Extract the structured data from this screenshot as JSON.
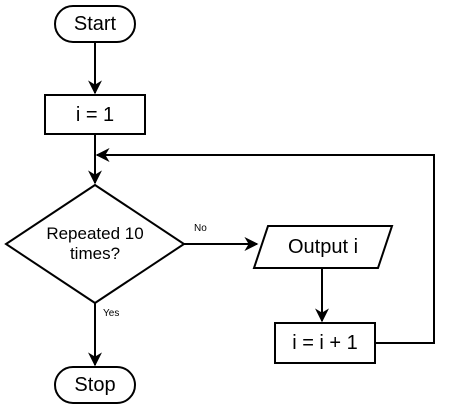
{
  "flowchart": {
    "start": "Start",
    "init": "i = 1",
    "decision_line1": "Repeated 10",
    "decision_line2": "times?",
    "output": "Output i",
    "increment": "i = i + 1",
    "stop": "Stop",
    "edge_no": "No",
    "edge_yes": "Yes"
  }
}
